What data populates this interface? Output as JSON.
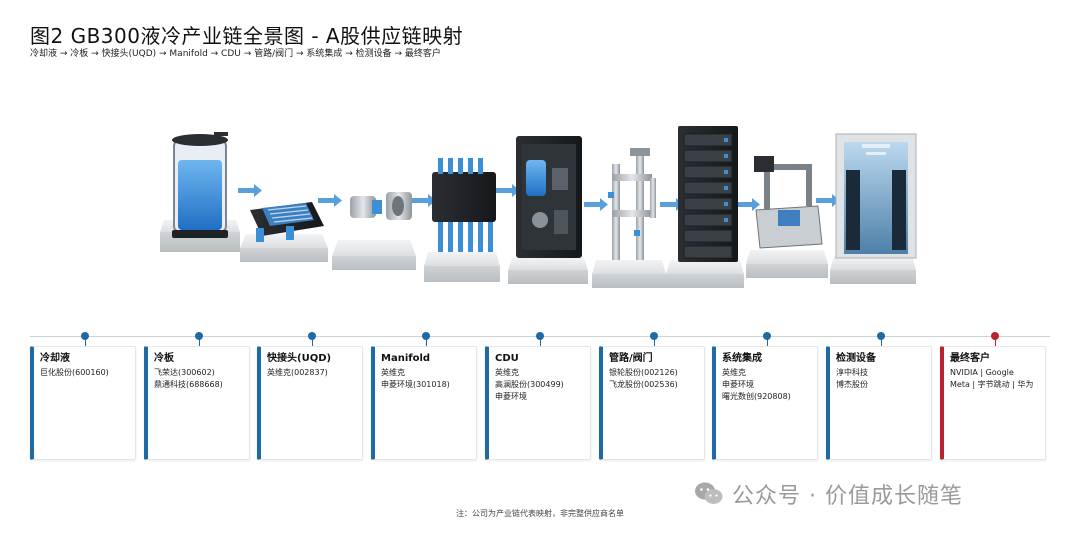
{
  "title": "图2  GB300液冷产业链全景图 - A股供应链映射",
  "subtitle": "冷却液 → 冷板 → 快接头(UQD) → Manifold → CDU → 管路/阀门 → 系统集成 → 检测设备 → 最终客户",
  "stages": [
    {
      "title": "冷却液",
      "lines": [
        "巨化股份(600160)"
      ]
    },
    {
      "title": "冷板",
      "lines": [
        "飞荣达(300602)",
        "鼎通科技(688668)"
      ]
    },
    {
      "title": "快接头(UQD)",
      "lines": [
        "英维克(002837)"
      ]
    },
    {
      "title": "Manifold",
      "lines": [
        "英维克",
        "申菱环境(301018)"
      ]
    },
    {
      "title": "CDU",
      "lines": [
        "英维克",
        "高澜股份(300499)",
        "申菱环境"
      ]
    },
    {
      "title": "管路/阀门",
      "lines": [
        "银轮股份(002126)",
        "飞龙股份(002536)"
      ]
    },
    {
      "title": "系统集成",
      "lines": [
        "英维克",
        "申菱环境",
        "曙光数创(920808)"
      ]
    },
    {
      "title": "检测设备",
      "lines": [
        "淳中科技",
        "博杰股份"
      ]
    },
    {
      "title": "最终客户",
      "lines": [
        "NVIDIA | Google",
        "Meta | 字节跳动 | 华为"
      ]
    }
  ],
  "colors": {
    "accent": "#1f6aa5",
    "end_accent": "#b8232f",
    "coolant": "#3b8fd6"
  },
  "note": "注：公司为产业链代表映射，非完整供应商名单",
  "watermark": "公众号 · 价值成长随笔"
}
